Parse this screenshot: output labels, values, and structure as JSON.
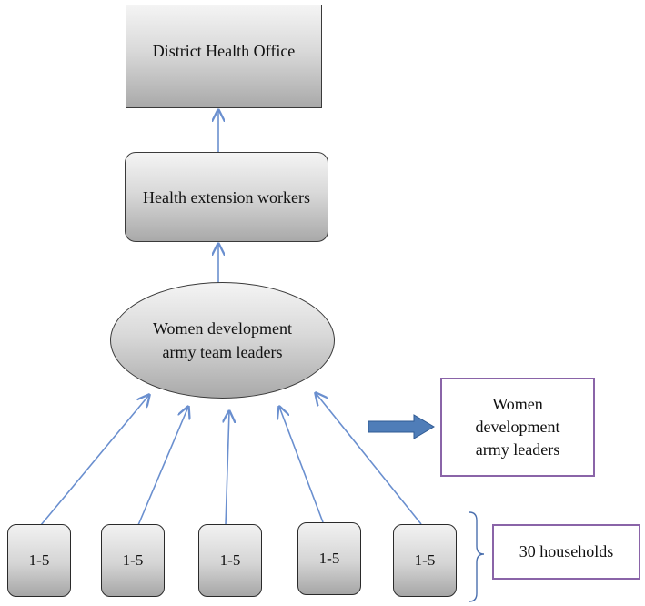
{
  "nodes": {
    "district_health_office": "District Health Office",
    "health_extension_workers": "Health extension workers",
    "team_leaders": "Women development army team leaders",
    "army_leaders": "Women development army leaders",
    "households_label": "30 households"
  },
  "household_groups": [
    "1-5",
    "1-5",
    "1-5",
    "1-5",
    "1-5"
  ],
  "colors": {
    "arrow": "#6a8fcf",
    "big_arrow": "#4f7db8",
    "purple_border": "#8a64a8",
    "bracket": "#4a6fae"
  }
}
